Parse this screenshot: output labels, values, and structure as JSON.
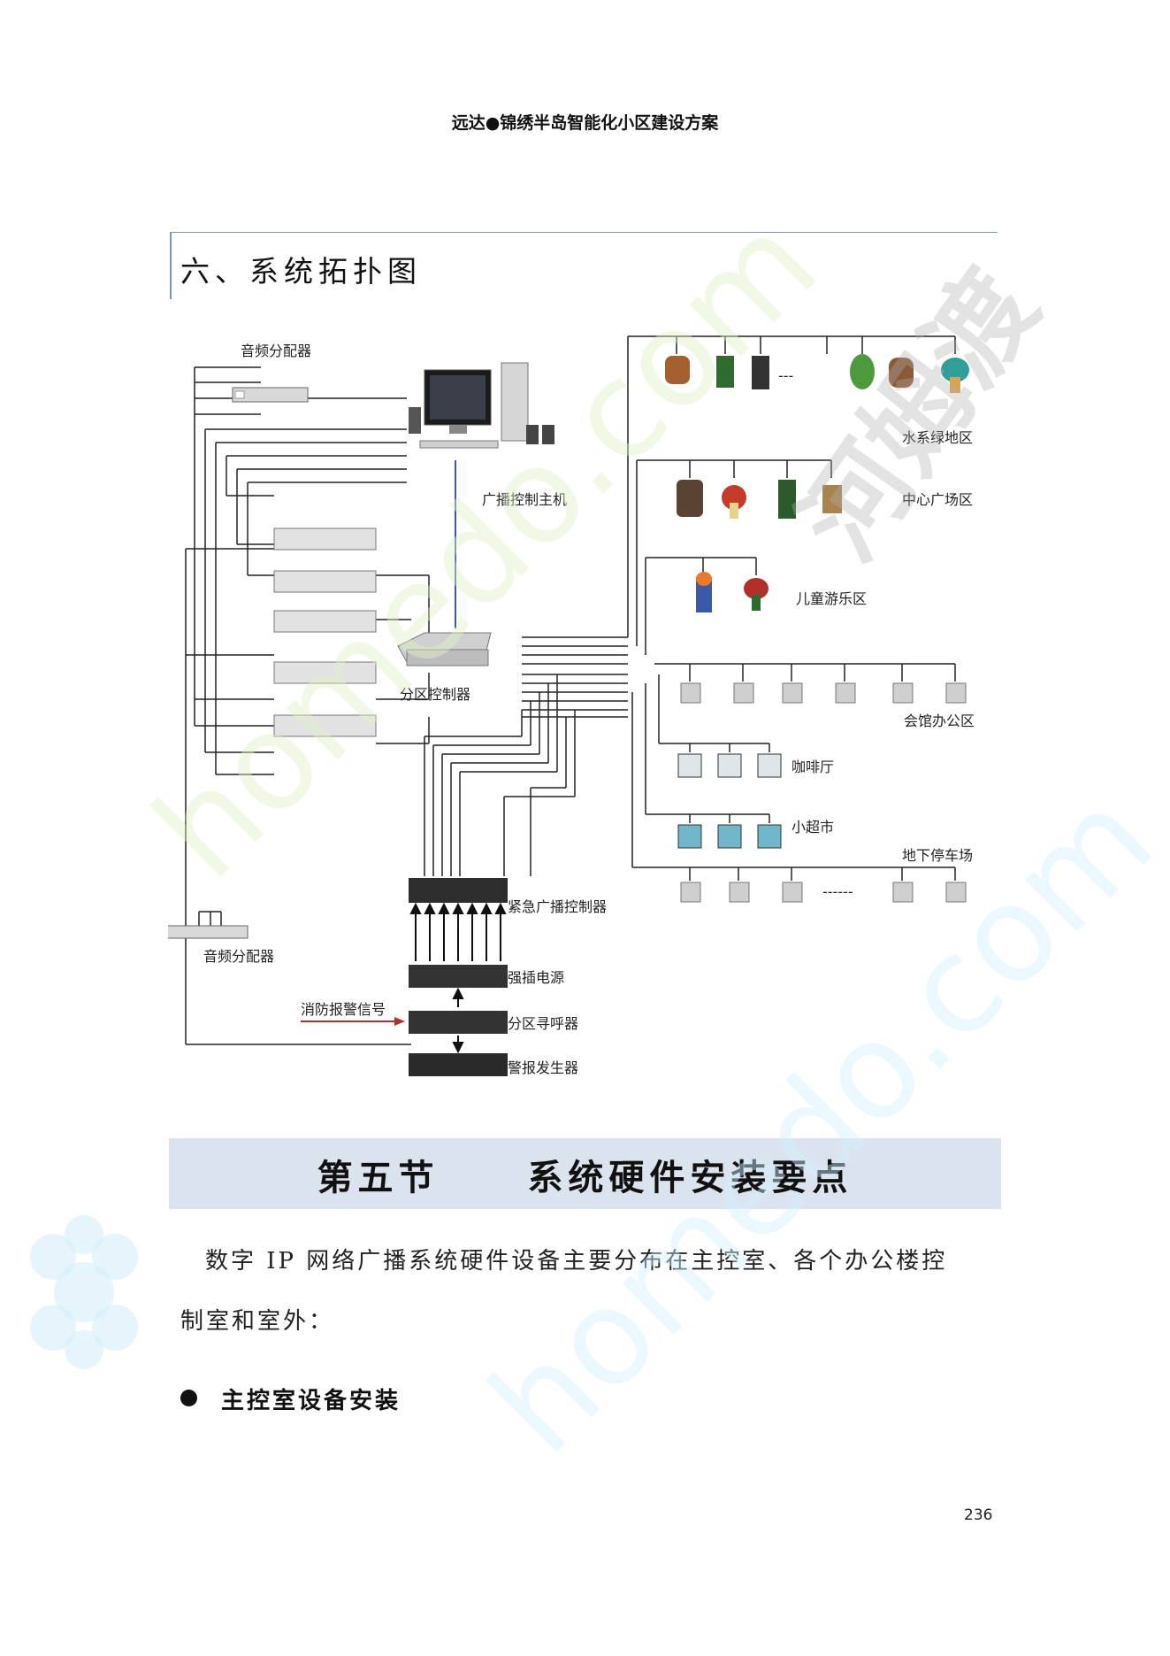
{
  "header": {
    "title": "远达●锦绣半岛智能化小区建设方案"
  },
  "section": {
    "title": "六、系统拓扑图"
  },
  "diagram": {
    "labels": {
      "audio_splitter_top": "音频分配器",
      "broadcast_host": "广播控制主机",
      "zone_controller": "分区控制器",
      "audio_splitter_bottom": "音频分配器",
      "fire_alarm_signal": "消防报警信号",
      "emergency_controller": "紧急广播控制器",
      "power_sequencer": "强插电源",
      "zone_pager": "分区寻呼器",
      "alarm_generator": "警报发生器",
      "waterscape_area": "水系绿地区",
      "central_plaza": "中心广场区",
      "children_playground": "儿童游乐区",
      "clubhouse_office": "会馆办公区",
      "cafe": "咖啡厅",
      "mini_market": "小超市",
      "underground_parking": "地下停车场"
    }
  },
  "chapter": {
    "title_left": "第五节",
    "title_right": "系统硬件安装要点"
  },
  "body": {
    "paragraph_line1": "数字 IP 网络广播系统硬件设备主要分布在主控室、各个办公楼控",
    "paragraph_line2": "制室和室外：",
    "bullet_item": "主控室设备安装"
  },
  "footer": {
    "page_number": "236"
  },
  "watermark": {
    "text1": "homedo.com",
    "text2": "河姆渡"
  },
  "colors": {
    "band": "#dbe3ef",
    "rule": "#7f93b3",
    "blue_line": "#3a5aa8",
    "red_arrow": "#b03030"
  }
}
